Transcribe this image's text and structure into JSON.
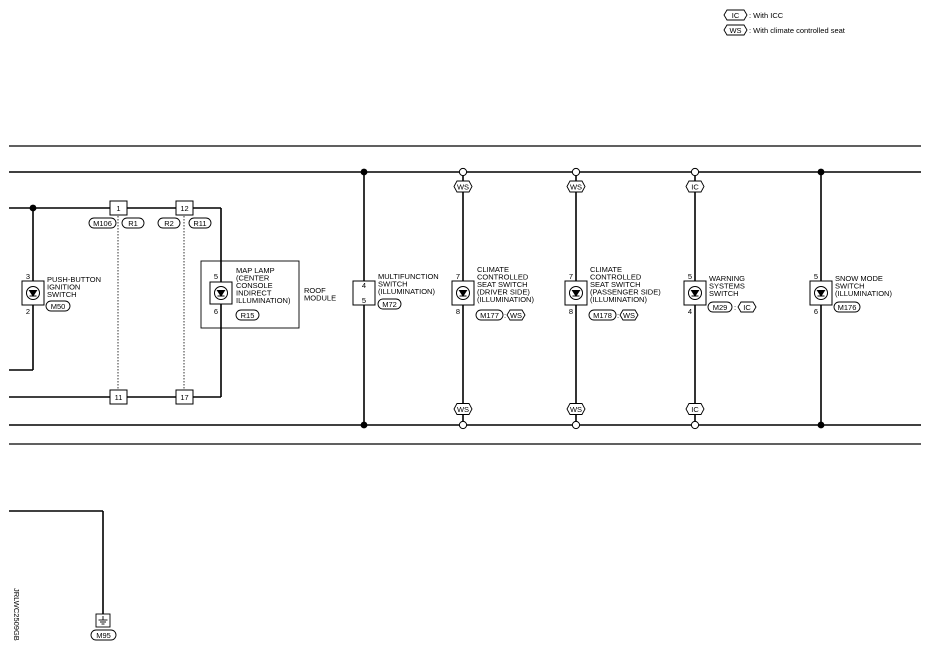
{
  "legend": [
    {
      "tag": "IC",
      "text": ": With ICC"
    },
    {
      "tag": "WS",
      "text": ": With climate controlled seat"
    }
  ],
  "push_button": {
    "name": [
      "PUSH-BUTTON",
      "IGNITION",
      "SWITCH"
    ],
    "connector": "M50",
    "pin_top": "3",
    "pin_bottom": "2"
  },
  "harness": {
    "left_top": "1",
    "left_bottom": "11",
    "right_top": "12",
    "right_bottom": "17",
    "conn_a": "M106",
    "conn_b": "R1",
    "conn_c": "R2",
    "conn_d": "R11"
  },
  "roof_module": {
    "label": [
      "ROOF",
      "MODULE"
    ],
    "name": [
      "MAP LAMP",
      "(CENTER",
      "CONSOLE",
      "INDIRECT",
      "ILLUMINATION)"
    ],
    "connector": "R15",
    "pin_top": "5",
    "pin_bottom": "6"
  },
  "multifunction": {
    "name": [
      "MULTIFUNCTION",
      "SWITCH",
      "(ILLUMINATION)"
    ],
    "connector": "M72",
    "pin_top": "4",
    "pin_bottom": "5"
  },
  "seat_driver": {
    "name": [
      "CLIMATE",
      "CONTROLLED",
      "SEAT SWITCH",
      "(DRIVER SIDE)",
      "(ILLUMINATION)"
    ],
    "connector": "M177",
    "option": "WS",
    "pin_top": "7",
    "pin_bottom": "8",
    "top_tag": "WS",
    "bottom_tag": "WS"
  },
  "seat_passenger": {
    "name": [
      "CLIMATE",
      "CONTROLLED",
      "SEAT SWITCH",
      "(PASSENGER SIDE)",
      "(ILLUMINATION)"
    ],
    "connector": "M178",
    "option": "WS",
    "pin_top": "7",
    "pin_bottom": "8",
    "top_tag": "WS",
    "bottom_tag": "WS"
  },
  "warning_systems": {
    "name": [
      "WARNING",
      "SYSTEMS",
      "SWITCH"
    ],
    "connector": "M29",
    "option": "IC",
    "pin_top": "5",
    "pin_bottom": "4",
    "top_tag": "IC",
    "bottom_tag": "IC"
  },
  "snow_mode": {
    "name": [
      "SNOW MODE",
      "SWITCH",
      "(ILLUMINATION)"
    ],
    "connector": "M176",
    "pin_top": "5",
    "pin_bottom": "6"
  },
  "ground": {
    "connector": "M95"
  },
  "diagram_id": "JRLWC2509GB"
}
